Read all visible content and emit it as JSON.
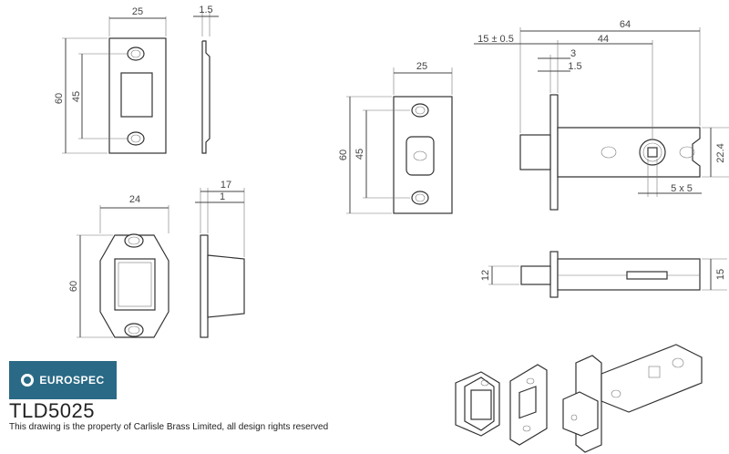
{
  "brand": {
    "name": "EUROSPEC",
    "icon": "globe-icon",
    "color": "#2a6a86"
  },
  "product_code": "TLD5025",
  "notice": "This drawing is the property of Carlisle Brass Limited, all design rights reserved",
  "dims": {
    "strike_width": "25",
    "strike_thickness": "1.5",
    "strike_height": "60",
    "strike_hole_pitch": "45",
    "keep_width": "24",
    "keep_depth": "17",
    "keep_thickness": "1",
    "keep_height": "60",
    "fore_width": "25",
    "fore_height": "60",
    "fore_hole_pitch": "45",
    "latch_total": "64",
    "latch_backset_tol": "15 ± 0.5",
    "latch_backset": "44",
    "latch_3": "3",
    "latch_15": "1.5",
    "latch_height": "22.4",
    "spindle": "5 x 5",
    "bolt_12": "12",
    "body_15": "15"
  }
}
